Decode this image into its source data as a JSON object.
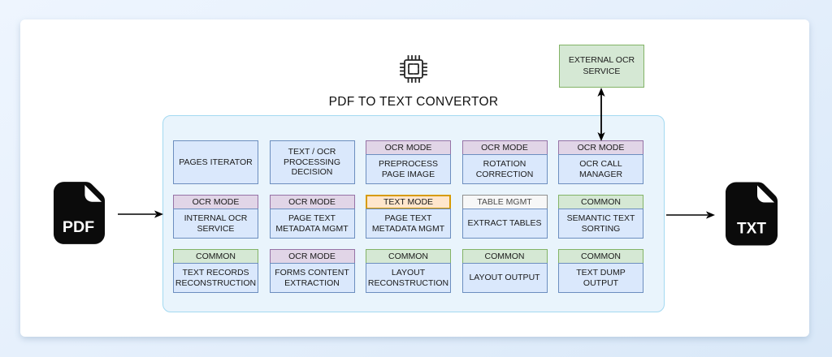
{
  "diagram": {
    "title": "PDF TO TEXT CONVERTOR",
    "input_label": "PDF",
    "output_label": "TXT",
    "external_service_label": "EXTERNAL OCR SERVICE"
  },
  "icons": {
    "processor": "chip-icon",
    "input": "pdf-file-icon",
    "output": "txt-file-icon",
    "connectors": [
      "arrow-right-icon",
      "arrow-right-icon",
      "arrow-up-down-icon"
    ]
  },
  "colors": {
    "canvas_background": "#e6f0fc",
    "card_background": "#ffffff",
    "container_fill": "#e9f4fc",
    "container_border": "#a3d9f1",
    "module_body_fill": "#dae8fc",
    "module_body_border": "#6c8ebf",
    "ocr_mode_fill": "#e1d5e7",
    "ocr_mode_border": "#9673a6",
    "text_mode_fill": "#ffe6cc",
    "text_mode_border": "#d79b00",
    "table_mgmt_fill": "#f7f7f7",
    "table_mgmt_border": "#8f8f8f",
    "common_fill": "#d5e8d4",
    "common_border": "#82b366",
    "file_icon_fill": "#0b0b0b"
  },
  "modules": [
    {
      "label": "PAGES ITERATOR",
      "tag": "",
      "type": "plain"
    },
    {
      "label": "TEXT / OCR PROCESSING DECISION",
      "tag": "",
      "type": "plain"
    },
    {
      "label": "PREPROCESS PAGE IMAGE",
      "tag": "OCR MODE",
      "type": "ocr-mode"
    },
    {
      "label": "ROTATION CORRECTION",
      "tag": "OCR MODE",
      "type": "ocr-mode"
    },
    {
      "label": "OCR CALL MANAGER",
      "tag": "OCR MODE",
      "type": "ocr-mode"
    },
    {
      "label": "INTERNAL OCR SERVICE",
      "tag": "OCR MODE",
      "type": "ocr-mode"
    },
    {
      "label": "PAGE TEXT METADATA MGMT",
      "tag": "OCR MODE",
      "type": "ocr-mode"
    },
    {
      "label": "PAGE TEXT METADATA MGMT",
      "tag": "TEXT MODE",
      "type": "text-mode"
    },
    {
      "label": "EXTRACT TABLES",
      "tag": "TABLE MGMT",
      "type": "table-mgmt"
    },
    {
      "label": "SEMANTIC TEXT SORTING",
      "tag": "COMMON",
      "type": "common"
    },
    {
      "label": "TEXT RECORDS RECONSTRUCTION",
      "tag": "COMMON",
      "type": "common"
    },
    {
      "label": "FORMS CONTENT EXTRACTION",
      "tag": "OCR MODE",
      "type": "ocr-mode"
    },
    {
      "label": "LAYOUT RECONSTRUCTION",
      "tag": "COMMON",
      "type": "common"
    },
    {
      "label": "LAYOUT OUTPUT",
      "tag": "COMMON",
      "type": "common"
    },
    {
      "label": "TEXT DUMP OUTPUT",
      "tag": "COMMON",
      "type": "common"
    }
  ]
}
